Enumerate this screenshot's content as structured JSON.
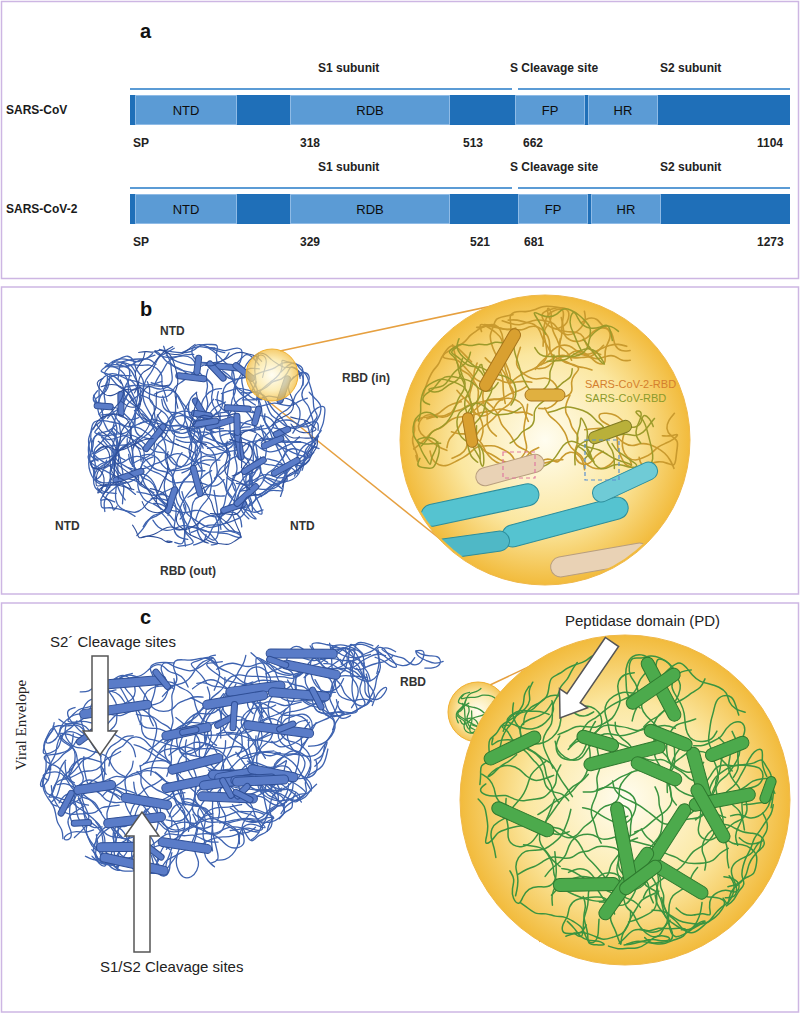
{
  "diagram": {
    "nodes": [
      {
        "text": [
          "SARS-CoV"
        ]
      },
      {
        "text": [
          "NTD"
        ],
        "in": 0
      },
      {
        "text": [
          "RDB"
        ],
        "in": 0
      },
      {
        "text": [
          "FP"
        ],
        "in": 0
      },
      {
        "text": [
          "HR"
        ],
        "in": 0
      },
      {
        "text": [
          "SARS-CoV-2"
        ]
      },
      {
        "text": [
          "NTD"
        ],
        "in": 5
      },
      {
        "text": [
          "RDB"
        ],
        "in": 5
      },
      {
        "text": [
          "FP"
        ],
        "in": 5
      },
      {
        "text": [
          "HR"
        ],
        "in": 5
      }
    ],
    "labels": [
      "a",
      "S1 subunit",
      "S Cleavage site",
      "S2 subunit",
      "SP",
      "318",
      "513",
      "662",
      "1104",
      "S1 subunit",
      "S Cleavage site",
      "S2 subunit",
      "SP",
      "329",
      "521",
      "681",
      "1273",
      "b",
      "NTD",
      "RBD (in)",
      "NTD",
      "NTD",
      "RBD (out)",
      "SARS-CoV-2-RBD",
      "SARS-CoV-RBD",
      "c",
      "S2´ Cleavage sites",
      "S1/S2 Cleavage sites",
      "Viral Envelope",
      "RBD",
      "Peptidase domain (PD)"
    ]
  }
}
